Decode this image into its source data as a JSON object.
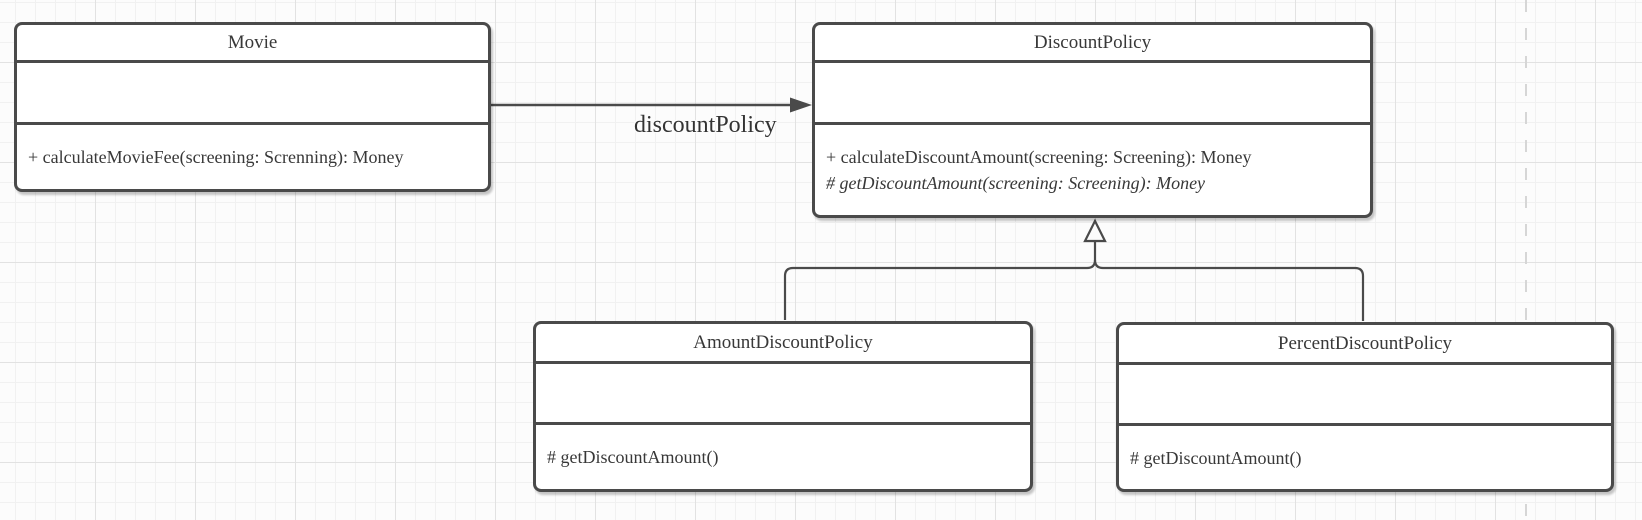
{
  "diagram": {
    "type": "uml-class-diagram",
    "classes": {
      "movie": {
        "title": "Movie",
        "attributes": [],
        "method1": "+ calculateMovieFee(screening: Screnning): Money"
      },
      "discountPolicy": {
        "title": "DiscountPolicy",
        "attributes": [],
        "method1": "+ calculateDiscountAmount(screening: Screening): Money",
        "method2": "# getDiscountAmount(screening: Screening): Money",
        "method2_style": "abstract-italic"
      },
      "amountDiscountPolicy": {
        "title": "AmountDiscountPolicy",
        "attributes": [],
        "method1": "# getDiscountAmount()"
      },
      "percentDiscountPolicy": {
        "title": "PercentDiscountPolicy",
        "attributes": [],
        "method1": "# getDiscountAmount()"
      }
    },
    "edges": {
      "association": {
        "from": "Movie",
        "to": "DiscountPolicy",
        "label": "discountPolicy",
        "arrow": "filled-arrowhead"
      },
      "generalization1": {
        "from": "AmountDiscountPolicy",
        "to": "DiscountPolicy",
        "arrow": "hollow-triangle"
      },
      "generalization2": {
        "from": "PercentDiscountPolicy",
        "to": "DiscountPolicy",
        "arrow": "hollow-triangle"
      }
    },
    "colors": {
      "stroke": "#4a4a4a",
      "text": "#383838",
      "shape_fill": "#ffffff",
      "background": "#fcfcfc",
      "grid_minor": "#f1f1f1",
      "grid_major": "#e2e2e2",
      "page_break": "#d6d6d6"
    }
  }
}
